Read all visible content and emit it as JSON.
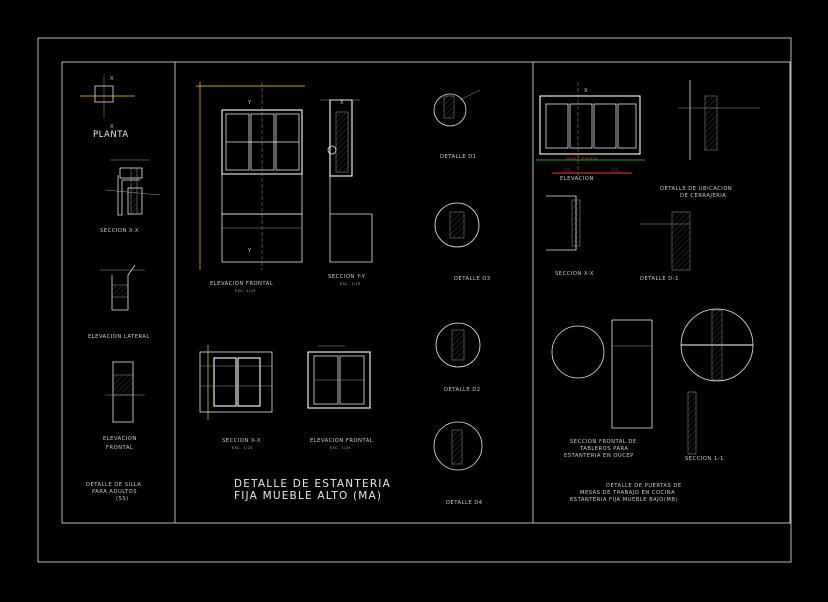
{
  "sheet": {
    "titles": {
      "silla": [
        "DETALLE DE SILLA",
        "PARA ADULTOS",
        "(SS)"
      ],
      "estanteria_alto": [
        "DETALLE DE ESTANTERIA",
        "FIJA MUEBLE ALTO (MA)"
      ],
      "puertas": [
        "DETALLE DE PUERTAS DE",
        "MESAS DE TRABAJO EN COCINA",
        "ESTANTERIA FIJA MUEBLE BAJO(MB)"
      ]
    },
    "views": {
      "planta": "PLANTA",
      "seccion_xx_left": "SECCION X-X",
      "elevacion_lateral": "ELEVACION LATERAL",
      "elevacion_frontal_left": [
        "ELEVACION",
        "FRONTAL"
      ],
      "elevacion_frontal_main": "ELEVACION FRONTAL",
      "seccion_yy": "SECCION Y-Y",
      "detalle_d1": "DETALLE D1",
      "detalle_d2": "DETALLE D2",
      "detalle_d3": "DETALLE D3",
      "detalle_d4": "DETALLE D4",
      "seccion_xx_mid": "SECCION X-X",
      "elevacion_frontal_mid": "ELEVACION FRONTAL",
      "elevacion_right": "ELEVACION",
      "ubicacion": [
        "DETALLE DE UBICACION",
        "DE CERRAJERIA"
      ],
      "seccion_xx_right": "SECCION X-X",
      "detalle_d1_right": "DETALLE D-1",
      "seccion_frontal": [
        "SECCION FRONTAL DE",
        "TABLEROS PARA",
        "ESTANTERIA EN OUCEP"
      ],
      "seccion_11": "SECCION 1-1"
    },
    "markers": {
      "x": "X",
      "y": "Y"
    },
    "red_labels": {
      "doble_puerta": "DOBLE PUERTA",
      "l1": "L/2",
      "l2": "L/2"
    },
    "scale": "ESC. 1/25",
    "scale_alt": "ESC. 1/10"
  }
}
